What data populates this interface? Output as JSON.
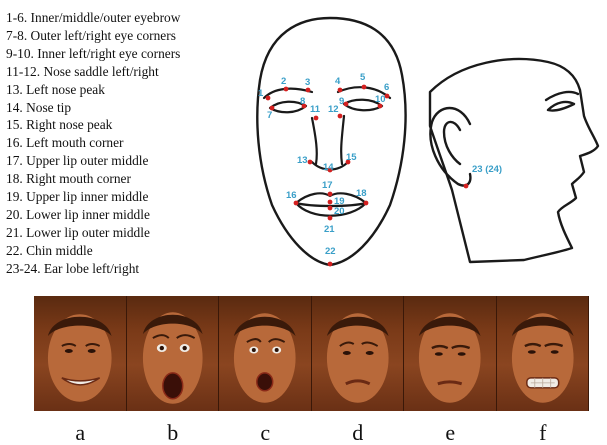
{
  "legend": [
    "1-6. Inner/middle/outer eyebrow",
    "7-8. Outer left/right eye corners",
    "9-10. Inner left/right eye corners",
    "11-12. Nose saddle left/right",
    "13. Left nose peak",
    "14. Nose tip",
    "15. Right nose peak",
    "16. Left mouth corner",
    "17. Upper lip outer middle",
    "18. Right mouth corner",
    "19. Upper lip inner middle",
    "20. Lower lip inner middle",
    "21. Lower lip outer middle",
    "22. Chin middle",
    "23-24. Ear lobe left/right"
  ],
  "frontal_labels": [
    "1",
    "2",
    "3",
    "4",
    "5",
    "6",
    "7",
    "8",
    "11",
    "12",
    "9",
    "10",
    "13",
    "14",
    "15",
    "17",
    "16",
    "18",
    "19",
    "20",
    "21",
    "22"
  ],
  "profile_label": "23 (24)",
  "captions": [
    "a",
    "b",
    "c",
    "d",
    "e",
    "f"
  ],
  "colors": {
    "outline": "#1a1a1a",
    "landmark_dot": "#d42020",
    "landmark_text": "#3a9fc8",
    "skin": "#b5683a",
    "hair": "#3a1a0a"
  }
}
